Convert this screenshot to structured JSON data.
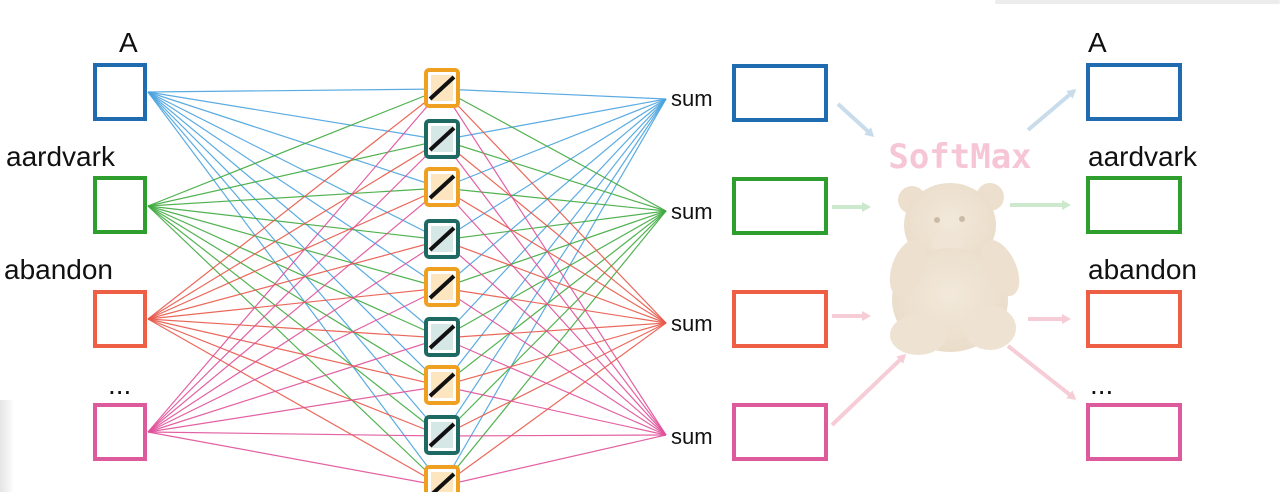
{
  "diagram": {
    "input_labels": [
      "A",
      "aardvark",
      "abandon",
      "..."
    ],
    "output_labels": [
      "A",
      "aardvark",
      "abandon",
      "..."
    ],
    "sum_labels": [
      "sum",
      "sum",
      "sum",
      "sum"
    ],
    "softmax_label": "SoftMax",
    "colors": {
      "blue": "#1f6db0",
      "green": "#2e9e2e",
      "orange_red": "#ee5f45",
      "pink": "#dd5a9c",
      "line_blue": "#4aa3df",
      "line_green": "#3faa3f",
      "line_red": "#e8584a",
      "line_pink": "#e0509a",
      "activation_orange": "#f0a020",
      "activation_teal": "#1e6a62",
      "softmax_text": "#f6c6d6",
      "arrow": "#c8dceb"
    },
    "activation_icons": [
      "orange",
      "teal",
      "orange",
      "teal",
      "orange",
      "teal",
      "orange",
      "teal",
      "orange"
    ],
    "softmax_image": "teddy-bear"
  }
}
